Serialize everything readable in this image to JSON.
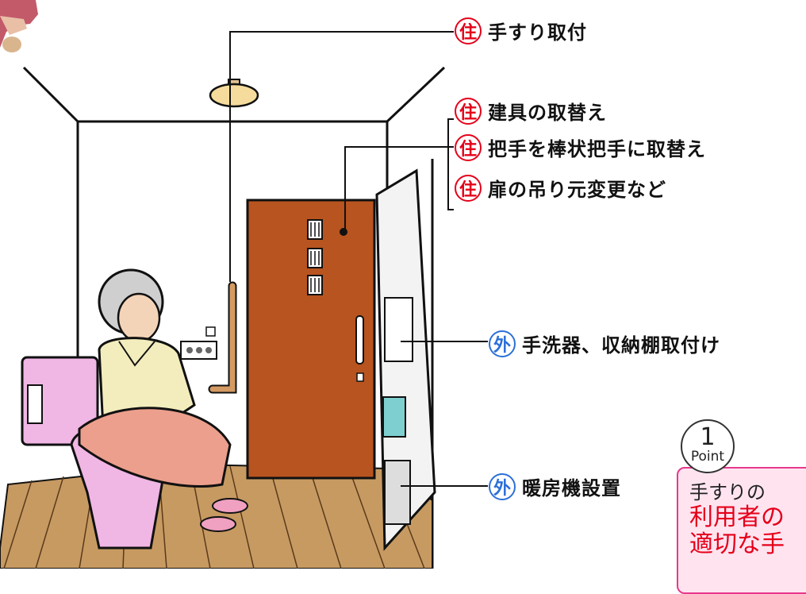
{
  "labels": {
    "handrail": {
      "badge": "住",
      "text": "手すり取付"
    },
    "fixture": {
      "badge": "住",
      "text": "建具の取替え"
    },
    "handle": {
      "badge": "住",
      "text": "把手を棒状把手に取替え"
    },
    "hinge": {
      "badge": "住",
      "text": "扉の吊り元変更など"
    },
    "sink": {
      "badge": "外",
      "text": "手洗器、収納棚取付け"
    },
    "heater": {
      "badge": "外",
      "text": "暖房機設置"
    }
  },
  "point": {
    "number": "1",
    "word": "Point",
    "line1": "手すりの",
    "line2": "利用者の",
    "line3": "適切な手"
  },
  "colors": {
    "housing_badge": "#e5001a",
    "external_badge": "#2b6fd9",
    "door": "#b8541f",
    "toilet": "#f0b6e4",
    "floor": "#c79a62",
    "point_bg": "#ffe4f0"
  }
}
